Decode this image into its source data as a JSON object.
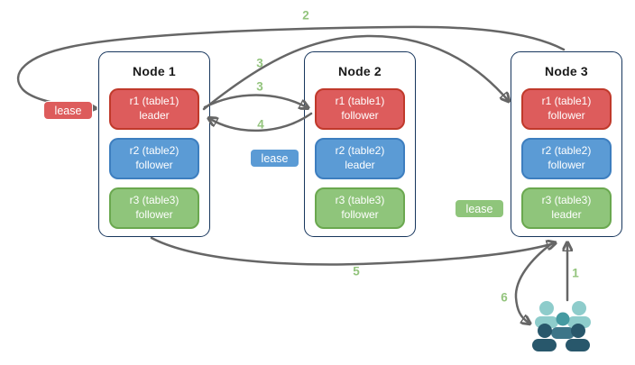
{
  "nodes": [
    {
      "title": "Node 1",
      "replicas": [
        {
          "name": "r1 (table1)",
          "role": "leader",
          "color": "red"
        },
        {
          "name": "r2 (table2)",
          "role": "follower",
          "color": "blue"
        },
        {
          "name": "r3 (table3)",
          "role": "follower",
          "color": "green"
        }
      ]
    },
    {
      "title": "Node 2",
      "replicas": [
        {
          "name": "r1 (table1)",
          "role": "follower",
          "color": "red"
        },
        {
          "name": "r2 (table2)",
          "role": "leader",
          "color": "blue"
        },
        {
          "name": "r3 (table3)",
          "role": "follower",
          "color": "green"
        }
      ]
    },
    {
      "title": "Node 3",
      "replicas": [
        {
          "name": "r1 (table1)",
          "role": "follower",
          "color": "red"
        },
        {
          "name": "r2 (table2)",
          "role": "follower",
          "color": "blue"
        },
        {
          "name": "r3 (table3)",
          "role": "leader",
          "color": "green"
        }
      ]
    }
  ],
  "leases": [
    {
      "label": "lease",
      "color": "red"
    },
    {
      "label": "lease",
      "color": "blue"
    },
    {
      "label": "lease",
      "color": "green"
    }
  ],
  "steps": [
    {
      "label": "1"
    },
    {
      "label": "2"
    },
    {
      "label": "3"
    },
    {
      "label": "3"
    },
    {
      "label": "4"
    },
    {
      "label": "5"
    },
    {
      "label": "6"
    }
  ],
  "icons": {
    "users": "users-group-icon"
  },
  "colors": {
    "red_fill": "#dd5c5c",
    "red_border": "#c0392b",
    "blue_fill": "#5b9bd5",
    "blue_border": "#3d7ebf",
    "green_fill": "#8fc57b",
    "green_border": "#6aa84f",
    "node_border": "#17365d",
    "arrow": "#666666",
    "step_label": "#93c47d",
    "users_light": "#8ecccb",
    "users_medium": "#459aa1",
    "users_medium_body": "#3d7588",
    "users_dark": "#28576b"
  }
}
